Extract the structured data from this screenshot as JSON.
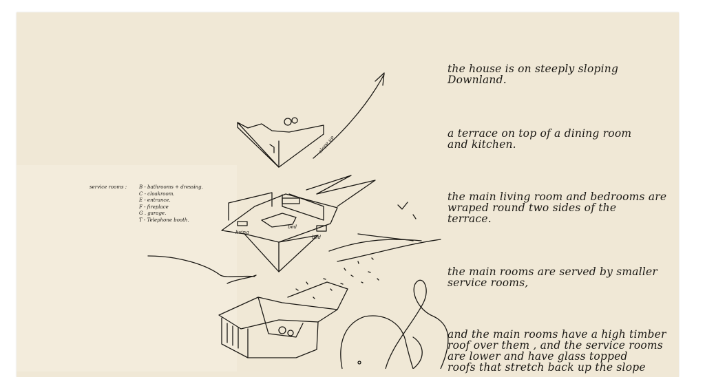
{
  "notes": [
    {
      "lines": [
        "the house is on steeply sloping",
        "Downland."
      ]
    },
    {
      "lines": [
        "a terrace on top of a dining room",
        "and kitchen."
      ]
    },
    {
      "lines": [
        "the main living room and bedrooms are",
        "wraped round two sides of the",
        "terrace."
      ]
    },
    {
      "lines": [
        "the main rooms are served by smaller",
        "service rooms,"
      ]
    },
    {
      "lines": [
        "and the main rooms have a high timber",
        "roof over them , and the service rooms",
        "are lower and have glass topped",
        "roofs that stretch back up the slope"
      ]
    }
  ],
  "legend": {
    "title": "service rooms :",
    "items": [
      "B - bathrooms + dressing.",
      "C - cloakroom.",
      "E - entrance.",
      "F - fireplace",
      "G . garage.",
      "T - Telephone booth."
    ]
  },
  "sketch_labels": {
    "slope": "slope up",
    "living": "living",
    "bed1": "bed",
    "bed2": "bed"
  },
  "colors": {
    "paper": "#f0e8d6",
    "ink": "#1a1814"
  }
}
